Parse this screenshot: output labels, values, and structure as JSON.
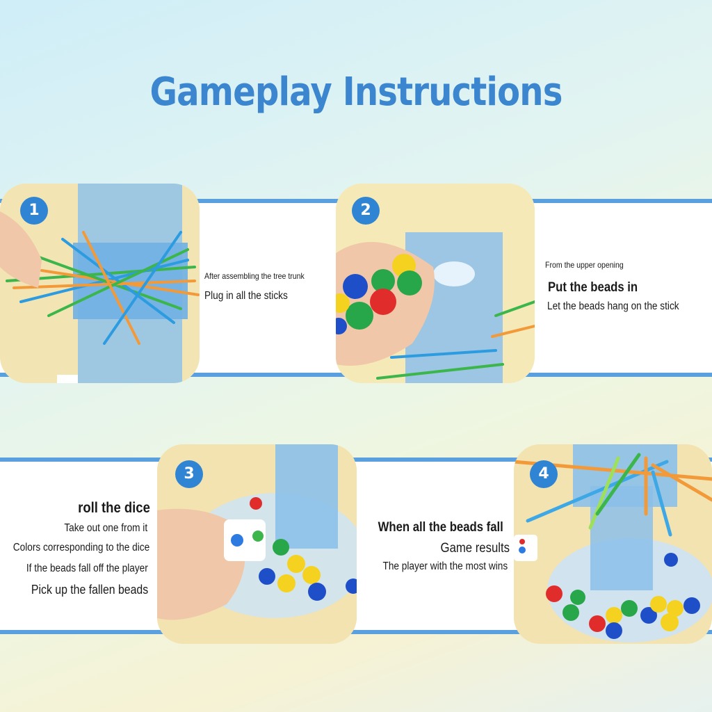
{
  "page": {
    "title": "Gameplay Instructions"
  },
  "steps": [
    {
      "number": "1",
      "lines": [
        "After assembling the tree trunk",
        "Plug in all the sticks"
      ]
    },
    {
      "number": "2",
      "lines": [
        "From the upper opening",
        "Put the beads in",
        "Let the beads hang on the stick"
      ]
    },
    {
      "number": "3",
      "lines": [
        "roll the dice",
        "Take out one from it",
        "Colors corresponding to the dice",
        "If the beads fall off the player",
        "Pick up the fallen beads"
      ]
    },
    {
      "number": "4",
      "lines": [
        "When all the beads fall",
        "Game results",
        "The player with the most wins"
      ]
    }
  ],
  "colors": {
    "accent": "#2f84d3",
    "band_border": "#5aa0de",
    "title": "#3b86cf"
  }
}
